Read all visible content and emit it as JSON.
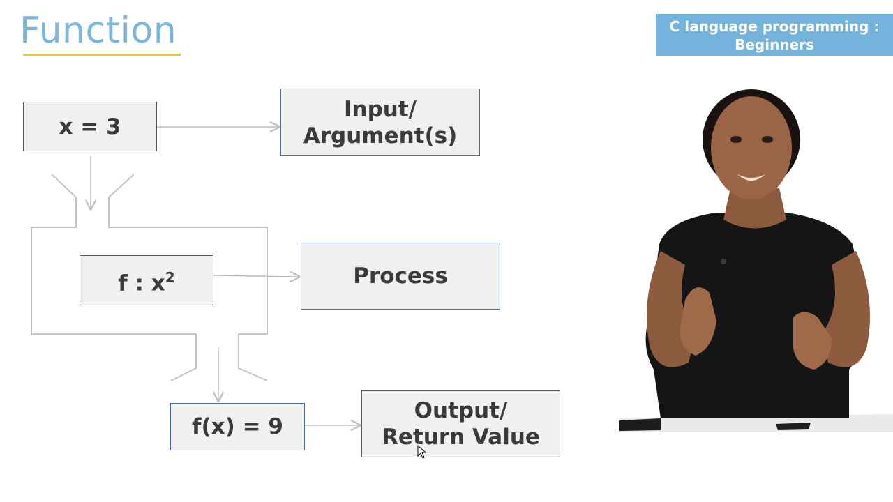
{
  "header": {
    "title": "Function",
    "course_line1": "C language programming :",
    "course_line2": "Beginners"
  },
  "diagram": {
    "input_value": "x = 3",
    "input_label_line1": "Input/",
    "input_label_line2": "Argument(s)",
    "process_value": "f : x",
    "process_exponent": "2",
    "process_label": "Process",
    "output_value": "f(x) = 9",
    "output_label_line1": "Output/",
    "output_label_line2": "Return Value"
  },
  "colors": {
    "title": "#7ab6dc",
    "title_underline": "#e8c53a",
    "banner": "#74b3db",
    "box_fill": "#f0f0f0",
    "connector": "#bdbdbd"
  }
}
